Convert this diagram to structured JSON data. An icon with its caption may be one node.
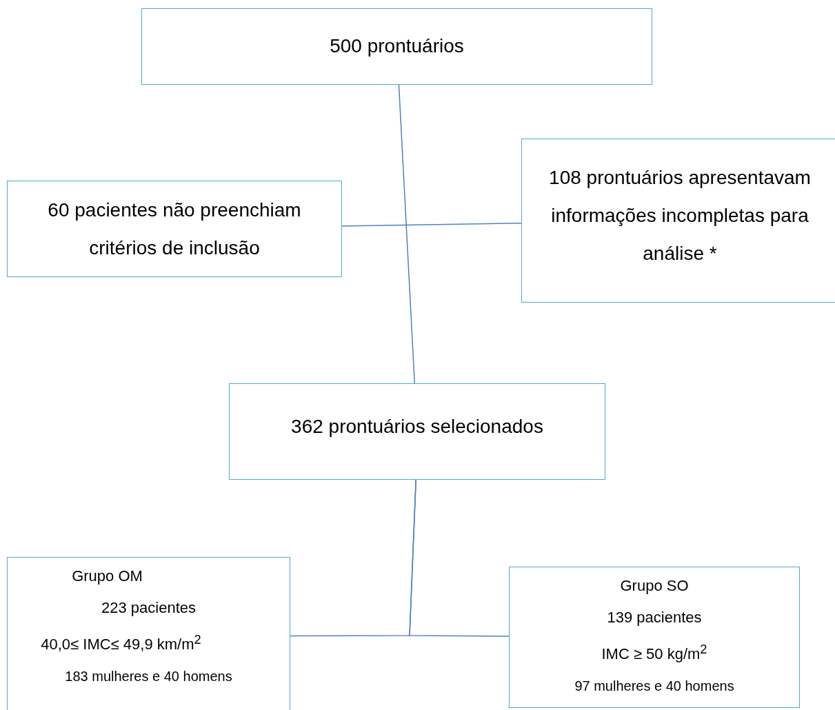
{
  "diagram": {
    "nodes": [
      {
        "text": [
          "500 prontuários"
        ]
      },
      {
        "text": [
          "60 pacientes não preenchiam critérios de inclusão"
        ]
      },
      {
        "text": [
          "108 prontuários apresentavam informações incompletas para análise *"
        ]
      },
      {
        "text": [
          "362 prontuários selecionados"
        ]
      },
      {
        "text": [
          "Grupo OM",
          "223 pacientes",
          "40,0≤ IMC≤ 49,9 km/m$^{2}$",
          "183 mulheres e 40 homens"
        ]
      },
      {
        "text": [
          "Grupo SO",
          "139 pacientes",
          "IMC ≥ 50 kg/m$^{2}$",
          "97 mulheres e 40 homens"
        ]
      }
    ],
    "edges": [
      {
        "from": 0,
        "to": 3,
        "arrow": "none"
      },
      {
        "from": 1,
        "to": 2,
        "arrow": "none"
      },
      {
        "from": 3,
        "to": 4,
        "arrow": "none"
      },
      {
        "from": 3,
        "to": 5,
        "arrow": "none"
      }
    ]
  }
}
